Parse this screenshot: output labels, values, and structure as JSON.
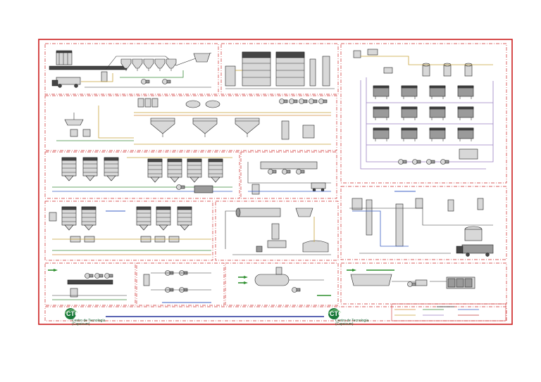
{
  "colors": {
    "frame": "#cc1f1f",
    "section_border": "#cc2a2a",
    "pipe_yellow": "#c9a23a",
    "pipe_green": "#3a8a3a",
    "pipe_blue": "#3a5fc4",
    "pipe_purple": "#9a7fc0",
    "logo_green": "#1a7a3a",
    "title_bar": "#23329a"
  },
  "logos": [
    {
      "mark": "CTC",
      "line1": "Centro de Tecnología",
      "line2": "(Capsicum)"
    },
    {
      "mark": "CTC",
      "line1": "Centro de Tecnología",
      "line2": "(Capsicum)"
    }
  ]
}
